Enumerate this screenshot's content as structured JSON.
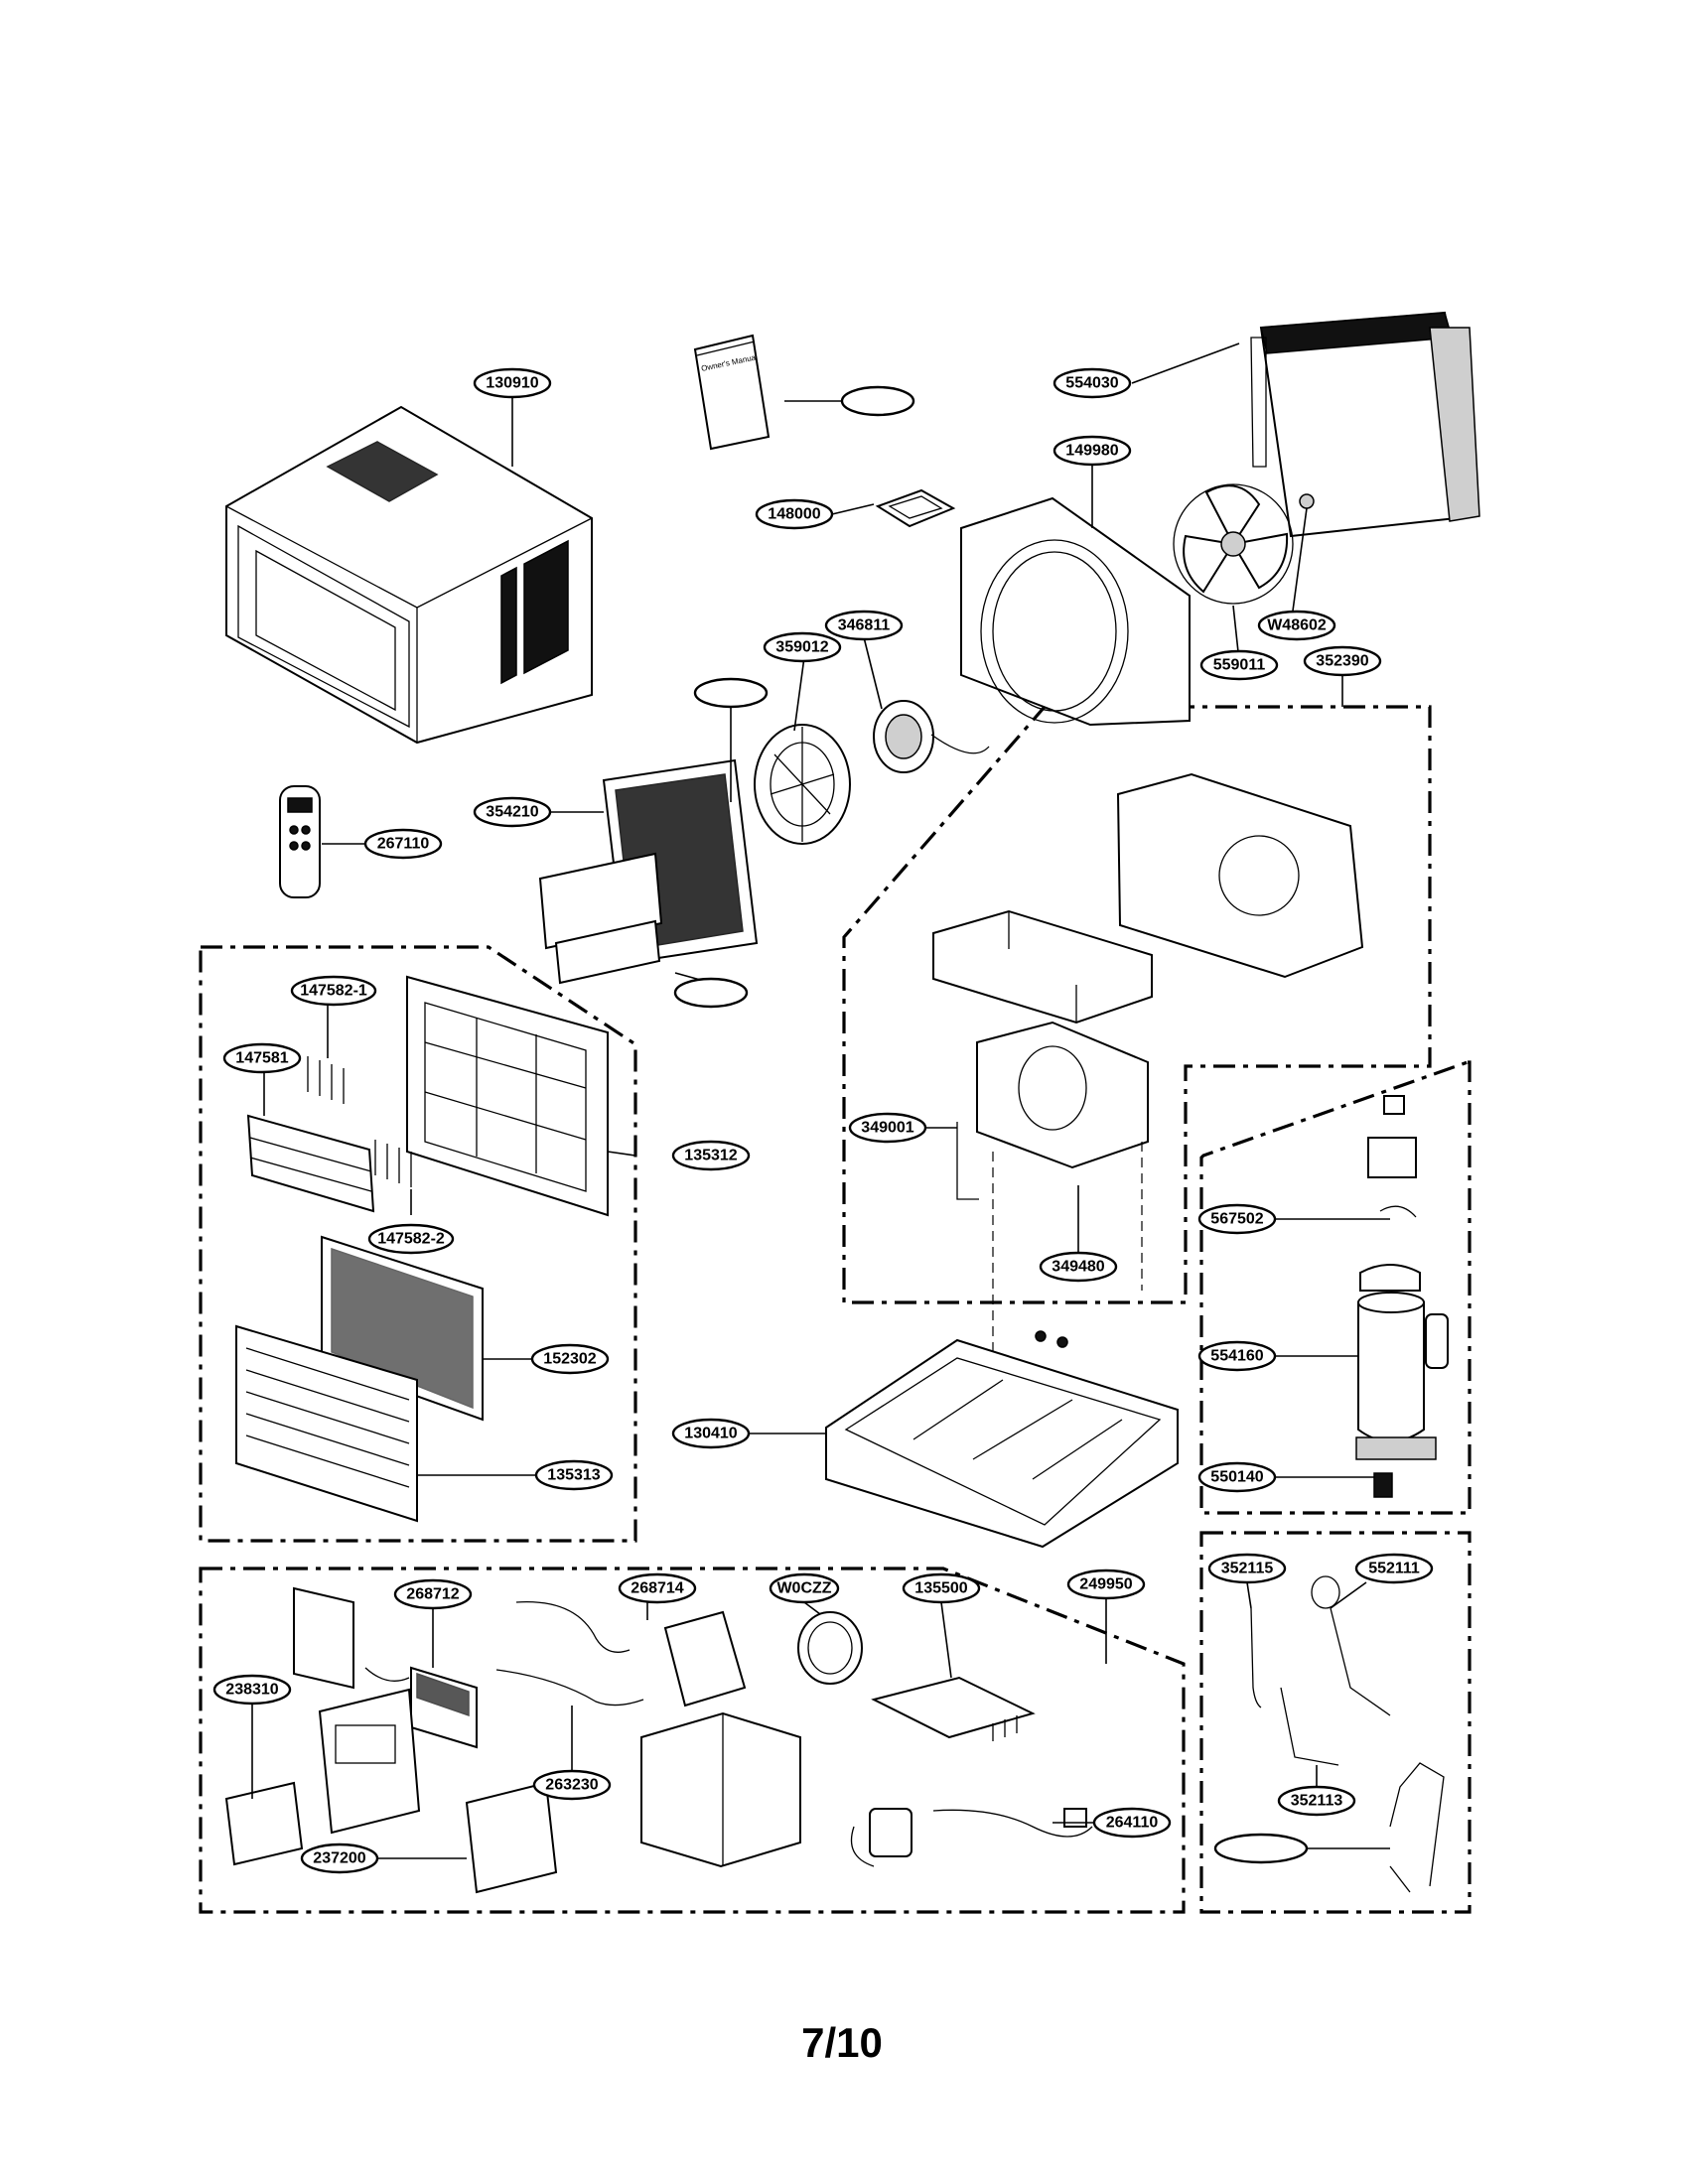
{
  "page_number": "7/10",
  "manual": {
    "cover_text": "Owner's Manual"
  },
  "callouts": [
    "130910",
    "554030",
    "149980",
    "148000",
    "346811",
    "359012",
    "559011",
    "W48602",
    "352390",
    "354210",
    "267110",
    "147582-1",
    "147581",
    "135312",
    "147582-2",
    "152302",
    "135313",
    "349001",
    "349480",
    "567502",
    "554160",
    "130410",
    "550140",
    "249950",
    "268712",
    "268714",
    "W0CZZ",
    "135500",
    "352115",
    "552111",
    "238310",
    "263230",
    "237200",
    "264110",
    "352113"
  ],
  "blank_callouts": 4
}
